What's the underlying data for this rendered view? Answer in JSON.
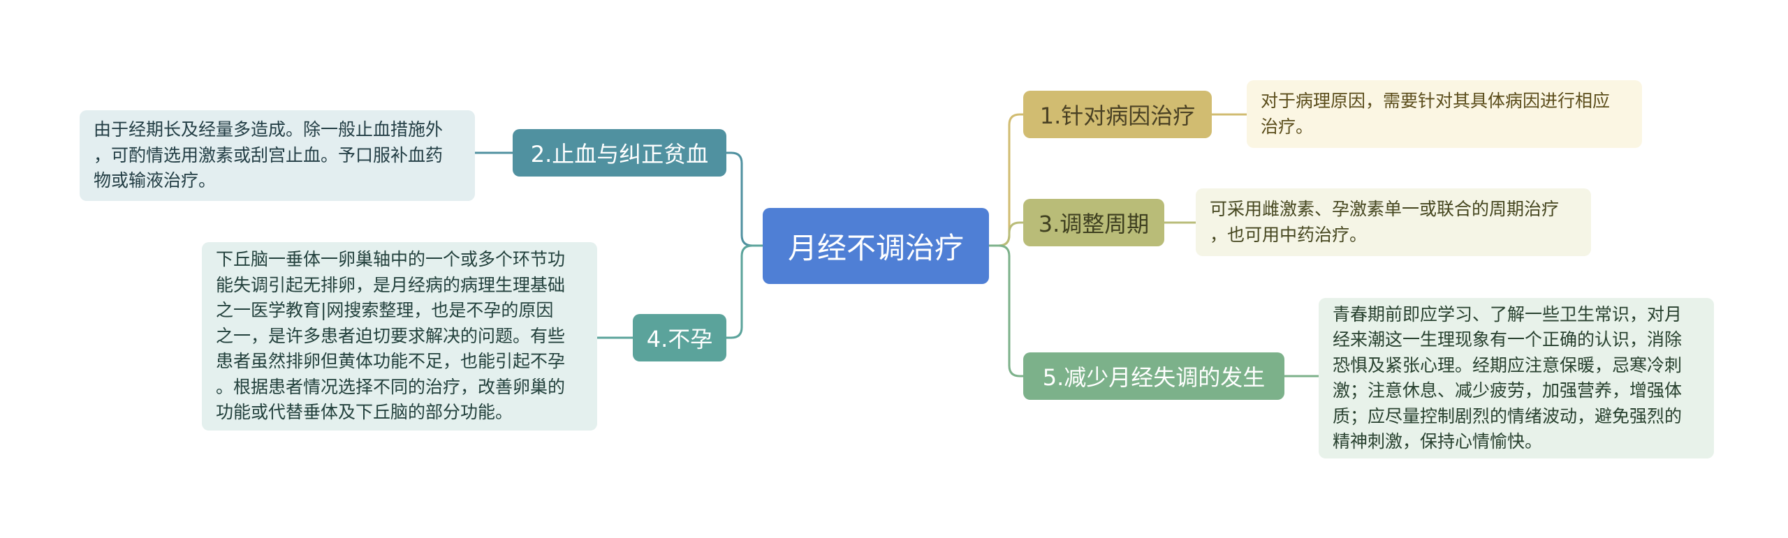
{
  "root": {
    "label": "月经不调治疗"
  },
  "branches": {
    "b1": {
      "label": "1.针对病因治疗",
      "detail": [
        "对于病理原因，需要针对其具体病因进行相应",
        "治疗。"
      ]
    },
    "b2": {
      "label": "2.止血与纠正贫血",
      "detail": [
        "由于经期长及经量多造成。除一般止血措施外",
        "，可酌情选用激素或刮宫止血。予口服补血药",
        "物或输液治疗。"
      ]
    },
    "b3": {
      "label": "3.调整周期",
      "detail": [
        "可采用雌激素、孕激素单一或联合的周期治疗",
        "，也可用中药治疗。"
      ]
    },
    "b4": {
      "label": "4.不孕",
      "detail": [
        "下丘脑一垂体一卵巢轴中的一个或多个环节功",
        "能失调引起无排卵，是月经病的病理生理基础",
        "之一医学教育|网搜索整理，也是不孕的原因",
        "之一，是许多患者迫切要求解决的问题。有些",
        "患者虽然排卵但黄体功能不足，也能引起不孕",
        "。根据患者情况选择不同的治疗，改善卵巢的",
        "功能或代替垂体及下丘脑的部分功能。"
      ]
    },
    "b5": {
      "label": "5.减少月经失调的发生",
      "detail": [
        "青春期前即应学习、了解一些卫生常识，对月",
        "经来潮这一生理现象有一个正确的认识，消除",
        "恐惧及紧张心理。经期应注意保暖，忌寒冷刺",
        "激；注意休息、减少疲劳，加强营养，增强体",
        "质；应尽量控制剧烈的情绪波动，避免强烈的",
        "精神刺激，保持心情愉快。"
      ]
    }
  },
  "colors": {
    "root": "#4f7fd5",
    "b1": "#d1bc71",
    "b2": "#5091a0",
    "b3": "#b9bc78",
    "b4": "#5ba39b",
    "b5": "#7cb18a"
  }
}
